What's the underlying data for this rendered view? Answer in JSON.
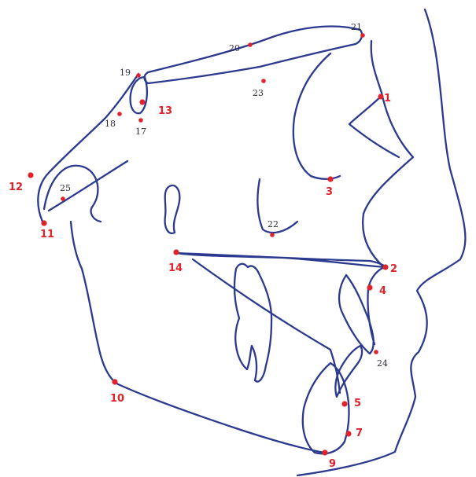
{
  "colors": {
    "tracing": "#2b3a8f",
    "landmark": "#e0222a",
    "label_red": "#e0222a",
    "label_dark": "#2a2a3a"
  },
  "landmarks": [
    {
      "id": "1",
      "style": "red"
    },
    {
      "id": "2",
      "style": "red"
    },
    {
      "id": "3",
      "style": "red"
    },
    {
      "id": "4",
      "style": "red"
    },
    {
      "id": "5",
      "style": "red"
    },
    {
      "id": "7",
      "style": "red"
    },
    {
      "id": "9",
      "style": "red"
    },
    {
      "id": "10",
      "style": "red"
    },
    {
      "id": "11",
      "style": "red"
    },
    {
      "id": "12",
      "style": "red"
    },
    {
      "id": "13",
      "style": "red"
    },
    {
      "id": "14",
      "style": "red"
    },
    {
      "id": "17",
      "style": "dark"
    },
    {
      "id": "18",
      "style": "dark"
    },
    {
      "id": "19",
      "style": "dark"
    },
    {
      "id": "20",
      "style": "dark"
    },
    {
      "id": "21",
      "style": "dark"
    },
    {
      "id": "22",
      "style": "dark"
    },
    {
      "id": "23",
      "style": "dark"
    },
    {
      "id": "24",
      "style": "dark"
    },
    {
      "id": "25",
      "style": "dark"
    }
  ]
}
